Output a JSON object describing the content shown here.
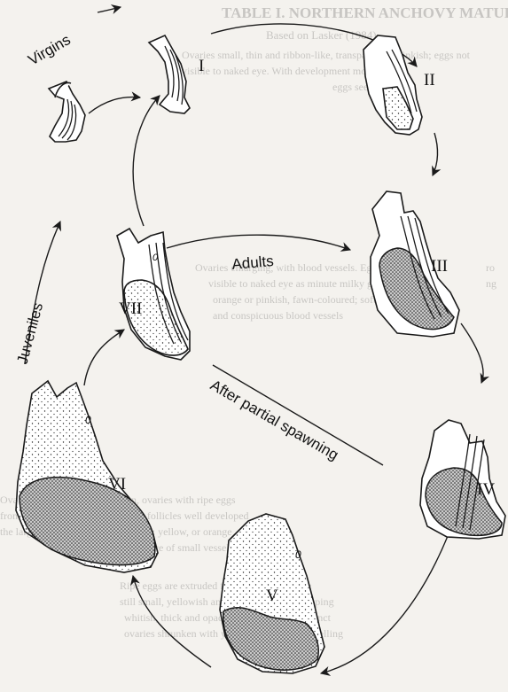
{
  "diagram": {
    "labels": {
      "virgins": "Virgins",
      "adults": "Adults",
      "juveniles": "Juveniles",
      "after_partial_spawning": "After partial spawning"
    },
    "stages": [
      "I",
      "II",
      "III",
      "IV",
      "V",
      "VI",
      "VII"
    ]
  },
  "background_page": {
    "title": "TABLE I. NORTHERN ANCHOVY MATURITY",
    "subtitle": "Based on Lasker (1984)",
    "lines": [
      "Ovaries small, thin and ribbon-like, transparent or pinkish; eggs not",
      "visible to naked eye. With development more",
      "eggs seen",
      "Ovaries enlarging, with blood vessels. Eggs clearly",
      "visible to naked eye as minute milky granules; ovary",
      "orange or pinkish, fawn-coloured; soft, with small",
      "and conspicuous blood vessels",
      "Ovaries full and greatly swollen, ovaries with ripe eggs",
      "from the central and ventral parts; follicles well developed",
      "the large, colour dominated by eggs; yellow, or orange",
      "and appearance of small vessels",
      "Ripe eggs are extruded from the ovary; some",
      "still small, yellowish and white; others developing",
      "whitish, thick and opaque; yolk granules distinct",
      "ovaries shrunken with yellow spots, and shrivelling"
    ],
    "side_text": [
      "ro",
      "ng"
    ]
  }
}
